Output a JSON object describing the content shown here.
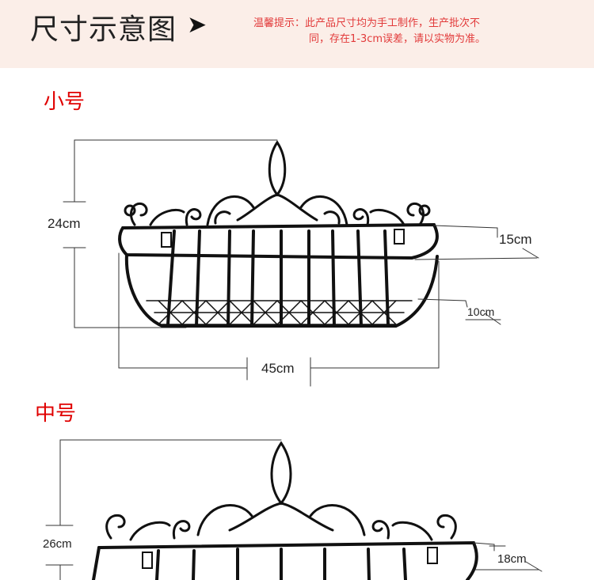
{
  "header": {
    "title": "尺寸示意图",
    "arrow": "➤",
    "notice_line1": "温馨提示：此产品尺寸均为手工制作，生产批次不",
    "notice_line2": "同，存在1-3cm误差，请以实物为准。"
  },
  "small": {
    "label": "小号",
    "height": "24cm",
    "depth_top": "15cm",
    "depth_bottom": "10cm",
    "width": "45cm"
  },
  "medium": {
    "label": "中号",
    "height": "26cm",
    "depth_top": "18cm"
  },
  "colors": {
    "accent": "#e00000",
    "notice": "#e23a3a",
    "header_bg": "#fbeee8"
  }
}
